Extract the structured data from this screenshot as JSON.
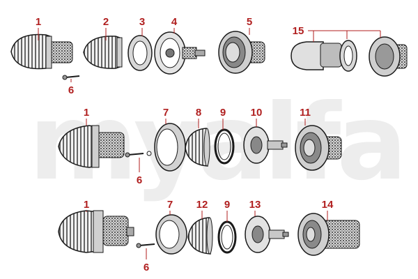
{
  "watermark": "myalfa",
  "colors": {
    "callout": "#b01e1e",
    "leader": "#b01e1e",
    "ink": "#1a1a1a",
    "watermark": "#ededed"
  },
  "callouts": {
    "r1_1": "1",
    "r1_2": "2",
    "r1_3": "3",
    "r1_4": "4",
    "r1_5": "5",
    "r1_6": "6",
    "r1_15": "15",
    "r2_1": "1",
    "r2_6": "6",
    "r2_7": "7",
    "r2_8": "8",
    "r2_9": "9",
    "r2_10": "10",
    "r2_11": "11",
    "r3_1": "1",
    "r3_6": "6",
    "r3_7": "7",
    "r3_12": "12",
    "r3_9": "9",
    "r3_13": "13",
    "r3_14": "14"
  }
}
